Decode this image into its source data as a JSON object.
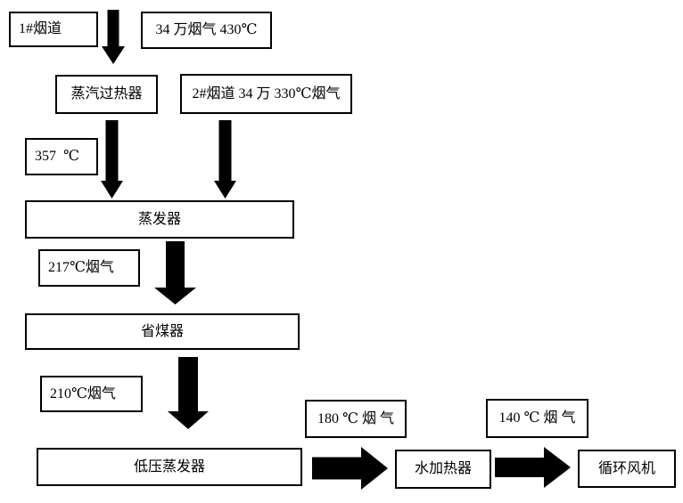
{
  "page": {
    "background": "#ffffff"
  },
  "diagram": {
    "type": "flowchart",
    "language": "zh-CN",
    "colors": {
      "box_border": "#000000",
      "box_fill": "#ffffff",
      "arrow_fill": "#000000",
      "text": "#000000"
    },
    "nodes": {
      "duct1": "1#烟道",
      "flue_gas_430": "34 万烟气 430℃",
      "steam_superheater": "蒸汽过热器",
      "duct2_flue_gas": "2#烟道 34 万 330℃烟气",
      "temp_357": "357  ℃",
      "evaporator": "蒸发器",
      "flue_gas_217": "217℃烟气",
      "economizer": "省煤器",
      "flue_gas_210": "210℃烟气",
      "low_pressure_evaporator": "低压蒸发器",
      "flue_gas_180": "180 ℃ 烟 气",
      "water_heater": "水加热器",
      "flue_gas_140": "140 ℃ 烟 气",
      "circulating_fan": "循环风机"
    },
    "edges": [
      {
        "from": "duct1",
        "to": "steam_superheater"
      },
      {
        "from": "steam_superheater",
        "to": "evaporator"
      },
      {
        "from": "duct2_flue_gas",
        "to": "evaporator"
      },
      {
        "from": "evaporator",
        "to": "economizer"
      },
      {
        "from": "economizer",
        "to": "low_pressure_evaporator"
      },
      {
        "from": "low_pressure_evaporator",
        "to": "water_heater"
      },
      {
        "from": "water_heater",
        "to": "circulating_fan"
      }
    ]
  }
}
